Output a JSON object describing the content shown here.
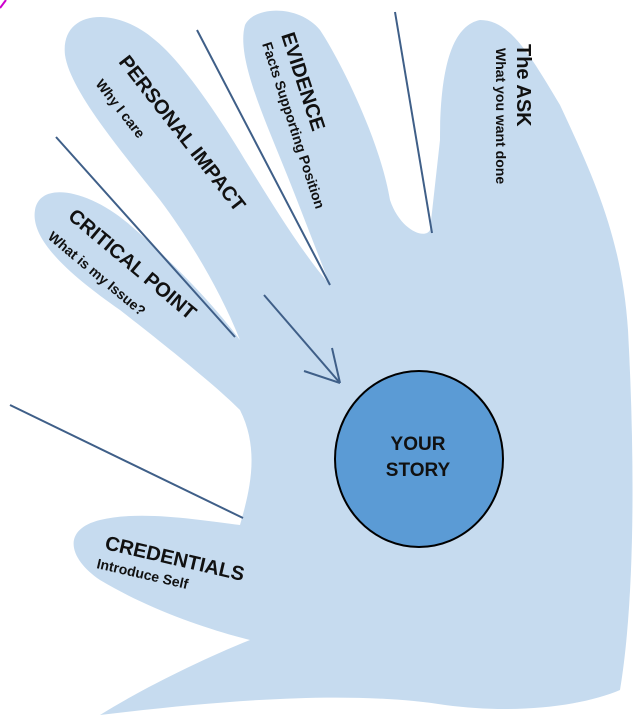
{
  "diagram": {
    "center": {
      "line1": "YOUR",
      "line2": "STORY"
    },
    "fingers": [
      {
        "title": "The ASK",
        "subtitle": "What you want done"
      },
      {
        "title": "EVIDENCE",
        "subtitle": "Facts Supporting Position"
      },
      {
        "title": "PERSONAL IMPACT",
        "subtitle": "Why I care"
      },
      {
        "title": "CRITICAL POINT",
        "subtitle": "What is my Issue?"
      },
      {
        "title": "CREDENTIALS",
        "subtitle": "Introduce Self"
      }
    ]
  },
  "colors": {
    "hand_fill": "#c6dbef",
    "center_fill": "#5b9bd5",
    "center_stroke": "#000000",
    "divider_line": "#3f5f88",
    "corner_mark": "#cc00cc"
  }
}
